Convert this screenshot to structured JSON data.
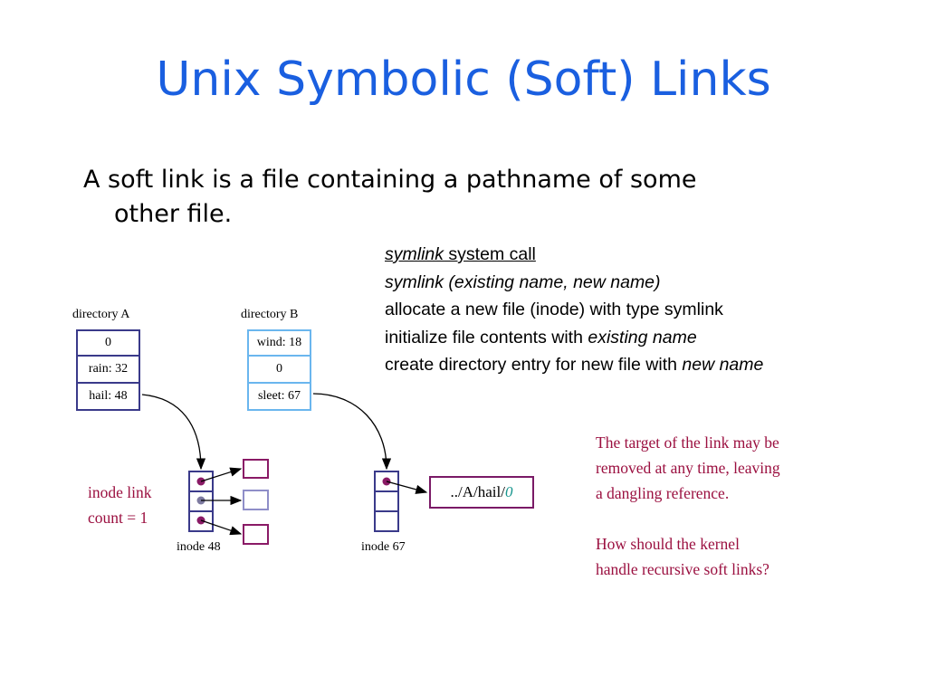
{
  "title": "Unix Symbolic (Soft) Links",
  "bullet": {
    "line1": "A soft link is a file containing a pathname of some",
    "line2": "other file."
  },
  "syscall": {
    "heading_italic": "symlink",
    "heading_rest": " system call",
    "signature": "symlink (existing name, new name)",
    "step1": "allocate a new file (inode) with type symlink",
    "step2_prefix": "initialize file contents with ",
    "step2_italic": "existing name",
    "step3_prefix": "create directory entry for new file with ",
    "step3_italic": "new name"
  },
  "directory_a": {
    "label": "directory A",
    "entries": [
      "0",
      "rain: 32",
      "hail: 48"
    ]
  },
  "directory_b": {
    "label": "directory B",
    "entries": [
      "wind: 18",
      "0",
      "sleet: 67"
    ]
  },
  "inode_48": {
    "label": "inode 48",
    "note_line1": "inode link",
    "note_line2": "count = 1"
  },
  "inode_67": {
    "label": "inode 67",
    "target_path": "../A/hail/",
    "target_zero": "0"
  },
  "notes": {
    "dangling_line1": "The target of the link may be",
    "dangling_line2": "removed at any time, leaving",
    "dangling_line3": "a dangling reference.",
    "recursive_line1": "How should the kernel",
    "recursive_line2": "handle recursive soft links?"
  },
  "colors": {
    "title": "#1a5fe0",
    "note": "#9b1040",
    "dir_a_border": "#3a3a8a",
    "dir_b_border": "#6ab6ee",
    "pointer_dot": "#8a1a66"
  }
}
